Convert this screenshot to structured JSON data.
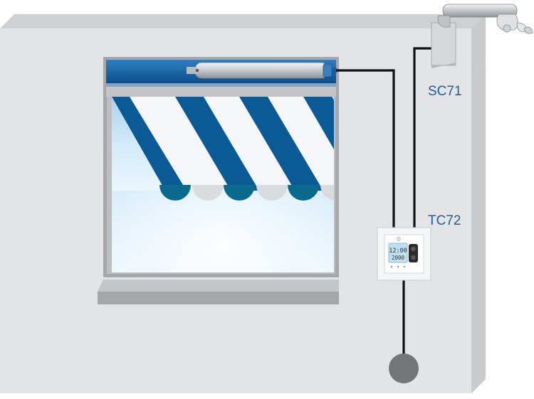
{
  "labels": {
    "sensor": "SC71",
    "controller": "TC72"
  },
  "controller_display": {
    "time": "12:00",
    "date": "2000"
  },
  "colors": {
    "wall": "#e3e4e6",
    "wall_side": "#c9cacc",
    "wall_top": "#cfd0d2",
    "awning_blue": "#0a5a96",
    "label_blue": "#1b5e9c",
    "wire": "#111111",
    "motor": "#c7cbd0"
  },
  "icons": {
    "sensor": "sun-wind-sensor-icon",
    "motor": "tubular-motor-icon",
    "power": "power-source-icon",
    "controller": "wall-timer-controller-icon"
  }
}
